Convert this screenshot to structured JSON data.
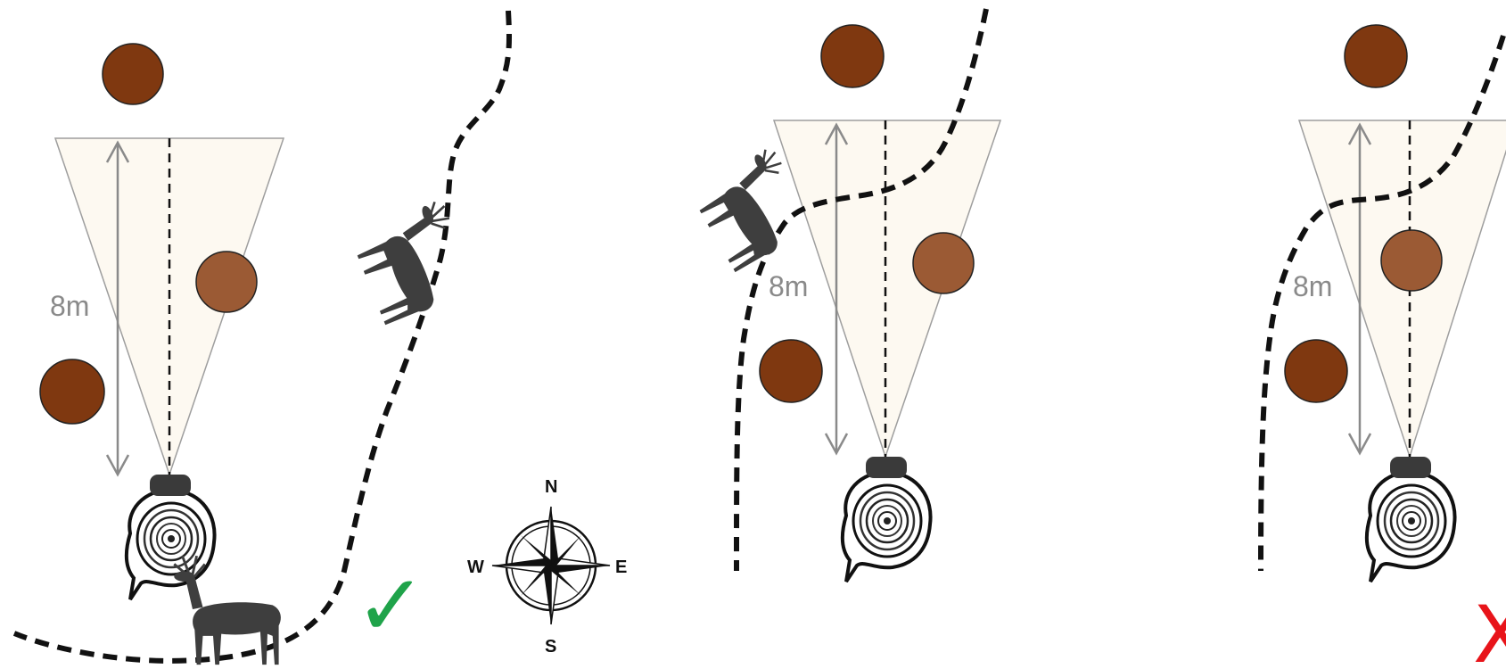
{
  "panels": [
    {
      "id": "panel-1",
      "distance_label": "8m",
      "verdict": "correct"
    },
    {
      "id": "panel-2",
      "distance_label": "8m",
      "verdict": "none"
    },
    {
      "id": "panel-3",
      "distance_label": "8m",
      "verdict": "incorrect"
    }
  ],
  "compass": {
    "north": "N",
    "south": "S",
    "east": "E",
    "west": "W"
  },
  "marks": {
    "check": "✓",
    "cross": "X"
  },
  "colors": {
    "tree": "#7f3810",
    "tree_in_view": "#9b5a34",
    "view_cone_fill": "#fdf9f1",
    "view_cone_stroke": "#9e9e9e",
    "arrow": "#8a8a8a",
    "trail": "#111111",
    "deer": "#3e3e3e",
    "check": "#1fa34a",
    "cross": "#e8141a"
  },
  "icons": [
    "tree-icon",
    "deer-icon",
    "camera-trap-stump-icon",
    "compass-rose-icon",
    "checkmark-icon",
    "cross-icon"
  ]
}
